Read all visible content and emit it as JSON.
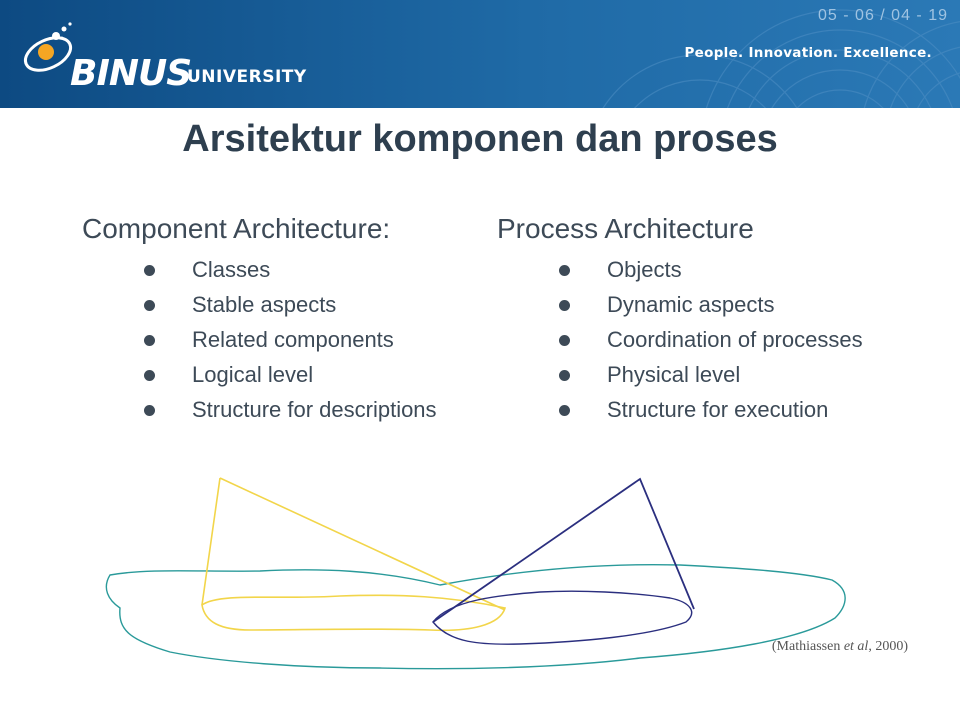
{
  "header": {
    "slide_number": "05 - 06 / 04 - 19",
    "tagline": "People. Innovation. Excellence.",
    "logo_wordmark": "BINUS",
    "logo_subtext": "UNIVERSITY"
  },
  "slide": {
    "title": "Arsitektur komponen dan proses",
    "left": {
      "heading": "Component Architecture:",
      "items": [
        "Classes",
        "Stable aspects",
        "Related components",
        "Logical level",
        "Structure for descriptions"
      ]
    },
    "right": {
      "heading": "Process Architecture",
      "items": [
        "Objects",
        "Dynamic aspects",
        "Coordination of processes",
        "Physical level",
        "Structure for execution"
      ]
    },
    "citation": {
      "before": "(Mathiassen ",
      "etal": "et al",
      "after": ", 2000)"
    }
  },
  "colors": {
    "header_blue": "#0d4a82",
    "sketch_yellow": "#f2d54a",
    "sketch_navy": "#2b2f7f",
    "sketch_teal": "#2a9a9a"
  }
}
